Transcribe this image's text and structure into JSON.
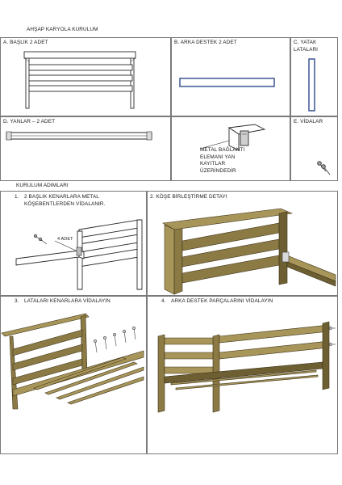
{
  "document": {
    "title": "AHŞAP KARYOLA KURULUM",
    "parts": [
      {
        "label": "A. BAŞLIK 2 ADET"
      },
      {
        "label": "B.  ARKA DESTEK 2  ADET"
      },
      {
        "label": "C. YATAK",
        "label2": "LATALARI"
      },
      {
        "label": "D. YANLAR – 2 ADET"
      },
      {
        "note_lines": [
          "METAL BAĞLANTI",
          "ELEMANI YAN",
          "KAYITLAR",
          "ÜZERİNDEDİR"
        ]
      },
      {
        "label": "E. VİDALAR"
      }
    ],
    "steps_heading": "KURULUM ADIMLARI",
    "steps": [
      {
        "number": "1.",
        "line1": "2 BAŞLIK KENARLARA METAL",
        "line2": "KÖŞEBENTLERDEN VİDALANIR.",
        "annotation": "4 ADET"
      },
      {
        "label": "2. KÖŞE BİRLEŞTİRME DETAYI"
      },
      {
        "number": "3.",
        "label": "LATALARI KENARLARA VİDALAYIN"
      },
      {
        "number": "4.",
        "label": "ARKA DESTEK PARÇALARINI VİDALAYIN"
      }
    ]
  },
  "colors": {
    "wood_dark": "#6e5f33",
    "wood_mid": "#8c7a45",
    "wood_light": "#a8955a",
    "rail_blue": "#2f4a8a",
    "border": "#7a7a7a"
  }
}
